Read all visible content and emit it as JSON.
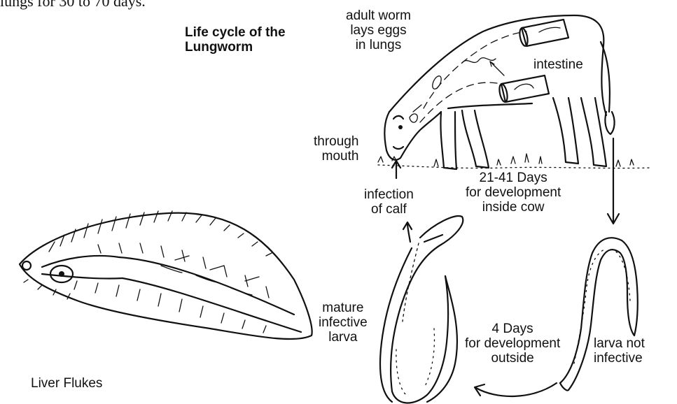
{
  "header_fragment": "lungs for 30 to 70 days.",
  "title": [
    "Life cycle of the",
    "Lungworm"
  ],
  "labels": {
    "adult_worm": [
      "adult worm",
      "lays eggs",
      "in lungs"
    ],
    "intestine": "intestine",
    "through_mouth": [
      "through",
      "mouth"
    ],
    "days_21_41": [
      "21-41 Days",
      "for development",
      "inside cow"
    ],
    "infection_of_calf": [
      "infection",
      "of calf"
    ],
    "mature_larva": [
      "mature",
      "infective",
      "larva"
    ],
    "days_4": [
      "4 Days",
      "for development",
      "outside"
    ],
    "larva_not_infective": [
      "larva not",
      "infective"
    ],
    "liver_flukes": "Liver Flukes"
  }
}
